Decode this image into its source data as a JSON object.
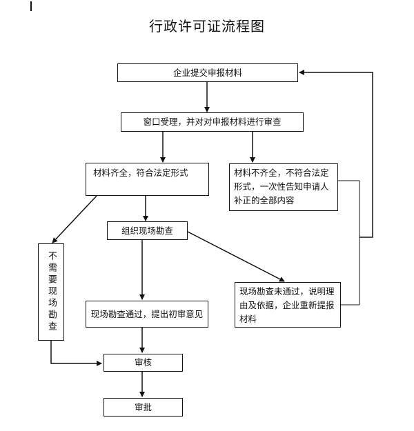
{
  "title": "行政许可证流程图",
  "nodes": {
    "submit": "企业提交申报材料",
    "window": "窗口受理，并对对申报材料进行审查",
    "complete": "材料齐全，符合法定形式",
    "incomplete": "材料不齐全，不符合法定形式，一次性告知申请人补正的全部内容",
    "inspect": "组织现场勘查",
    "no_need": "不需要现场勘查",
    "pass": "现场勘查通过，提出初审意见",
    "fail": "现场勘查未通过，说明理由及依据，企业重新提报材料",
    "review": "审核",
    "approve": "审批"
  }
}
